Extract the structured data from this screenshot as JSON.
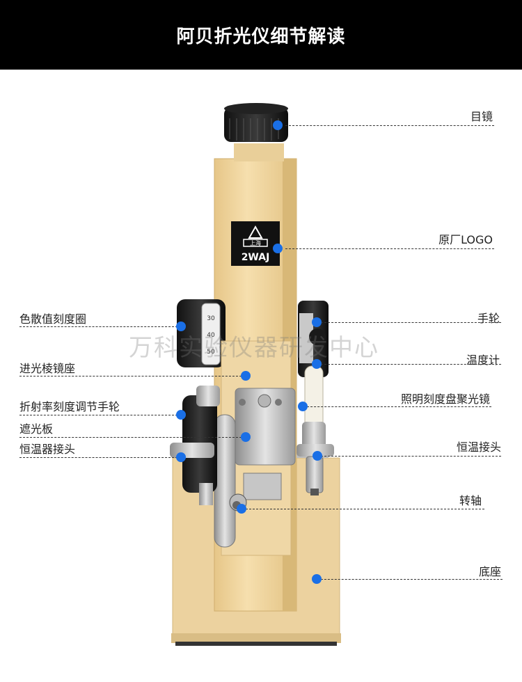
{
  "title": "阿贝折光仪细节解读",
  "watermark": "万科实验仪器研发中心",
  "device_logo": {
    "brand_text": "上海",
    "model_text": "2WAJ"
  },
  "dial_marks": [
    "30",
    "40",
    "50"
  ],
  "colors": {
    "accent": "#1a6fe6",
    "banner": "#000000",
    "body": "#f0d59e"
  },
  "labels": {
    "eyepiece": "目镜",
    "original_logo": "原厂LOGO",
    "handwheel": "手轮",
    "thermometer": "温度计",
    "illumination_lens": "照明刻度盘聚光镜",
    "thermostat_connector_right": "恒温接头",
    "rotating_shaft": "转轴",
    "base": "底座",
    "dispersion_ring": "色散值刻度圈",
    "prism_seat": "进光棱镜座",
    "refraction_handwheel": "折射率刻度调节手轮",
    "shade_plate": "遮光板",
    "thermostat_connector_left": "恒温器接头"
  }
}
